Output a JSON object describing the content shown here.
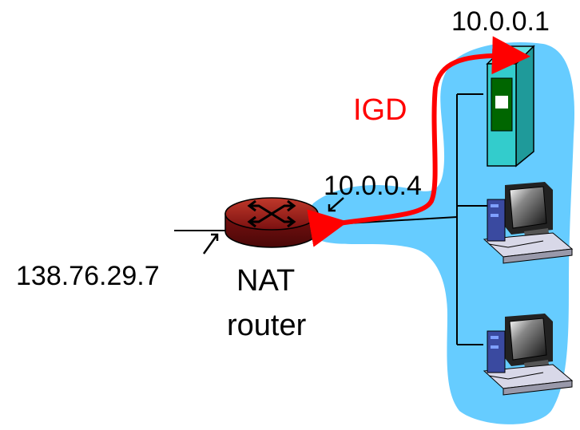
{
  "labels": {
    "server_ip": "10.0.0.1",
    "router_inner_ip": "10.0.0.4",
    "router_outer_ip": "138.76.29.7",
    "protocol": "IGD",
    "router_line1": "NAT",
    "router_line2": "router"
  },
  "colors": {
    "lan_cloud": "#66ccff",
    "protocol_arrow": "#ff0000",
    "router_body": "#8b1a1a",
    "server_case": "#33cccc",
    "server_panel": "#006600"
  },
  "icons": [
    "router-icon",
    "server-icon",
    "desktop-computer-icon",
    "desktop-computer-icon"
  ]
}
